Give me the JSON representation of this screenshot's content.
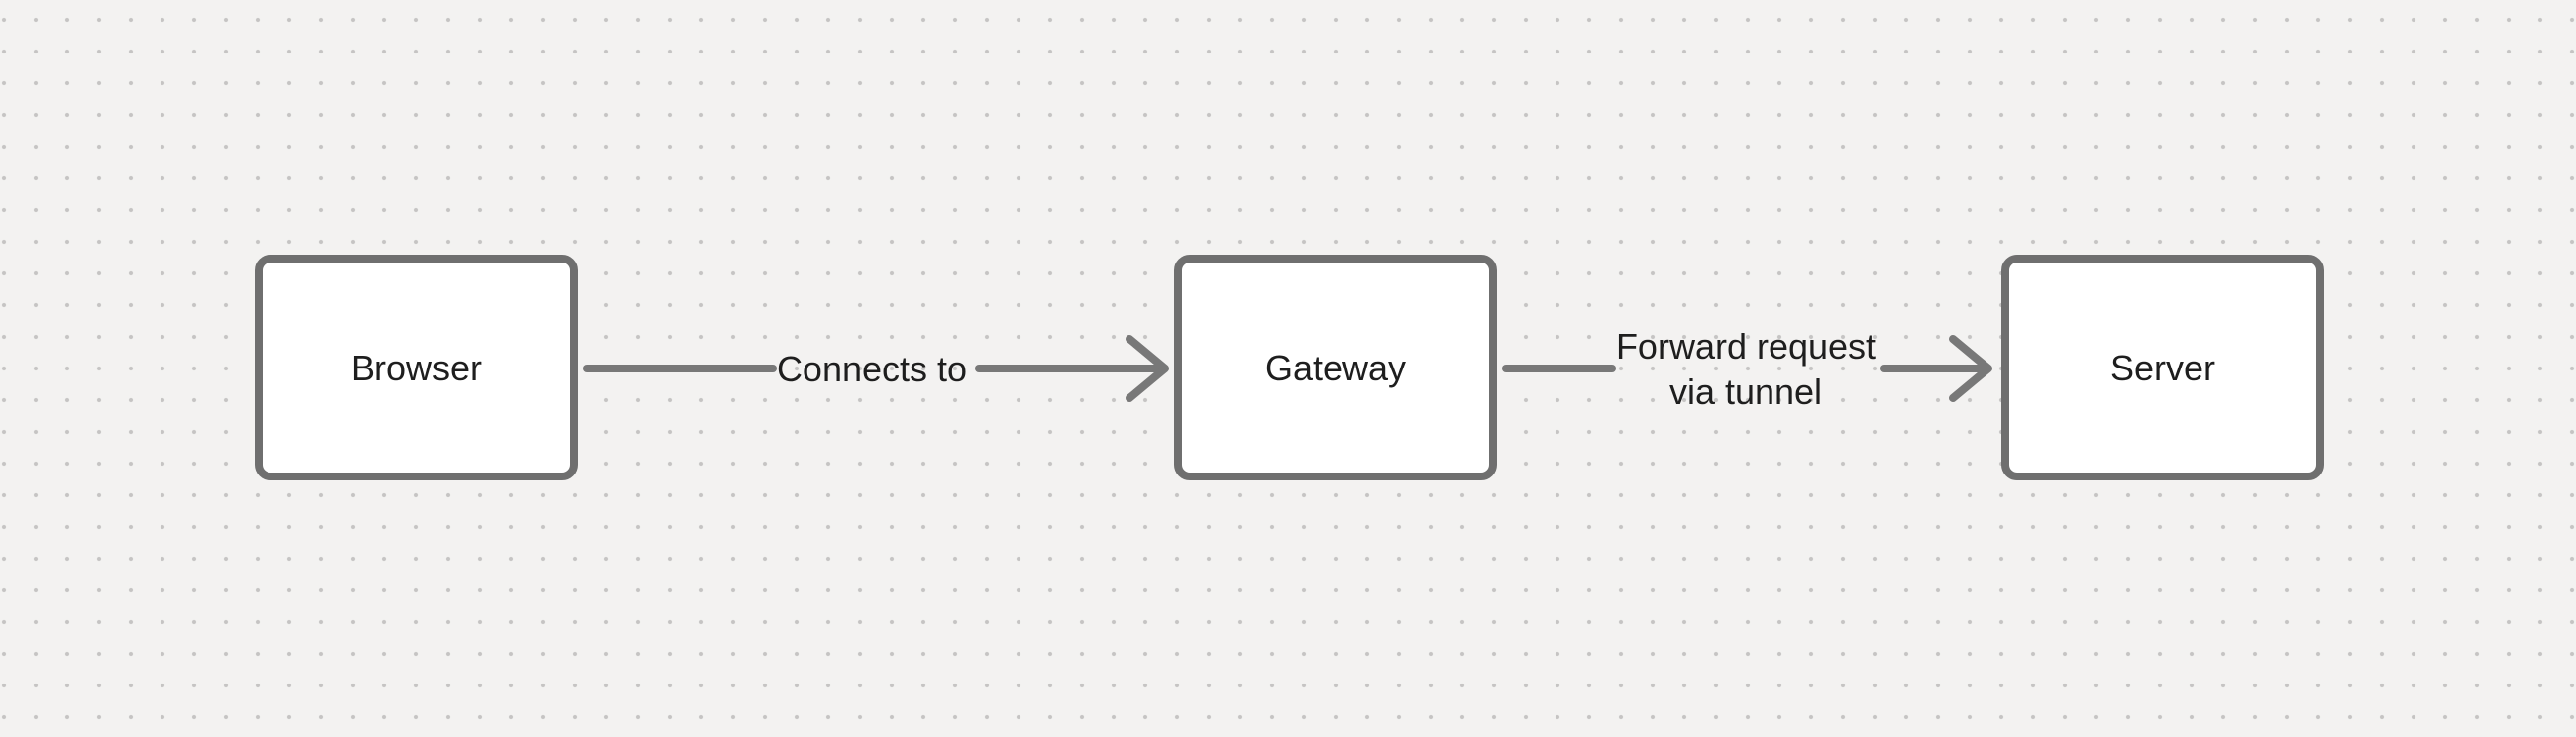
{
  "canvas": {
    "type": "diagram-whiteboard"
  },
  "colors": {
    "canvas_background_color": "#f3f2f1",
    "dot_color": "#c5c4c3",
    "node_border": "#6f6f6f",
    "node_fill": "#ffffff",
    "connector": "#787878",
    "text": "#1e1e1e"
  },
  "nodes": [
    {
      "id": "browser",
      "label": "Browser"
    },
    {
      "id": "gateway",
      "label": "Gateway"
    },
    {
      "id": "server",
      "label": "Server"
    }
  ],
  "connectors": [
    {
      "from": "browser",
      "to": "gateway",
      "label": "Connects to"
    },
    {
      "from": "gateway",
      "to": "server",
      "label_line1": "Forward request",
      "label_line2": "via tunnel"
    }
  ]
}
